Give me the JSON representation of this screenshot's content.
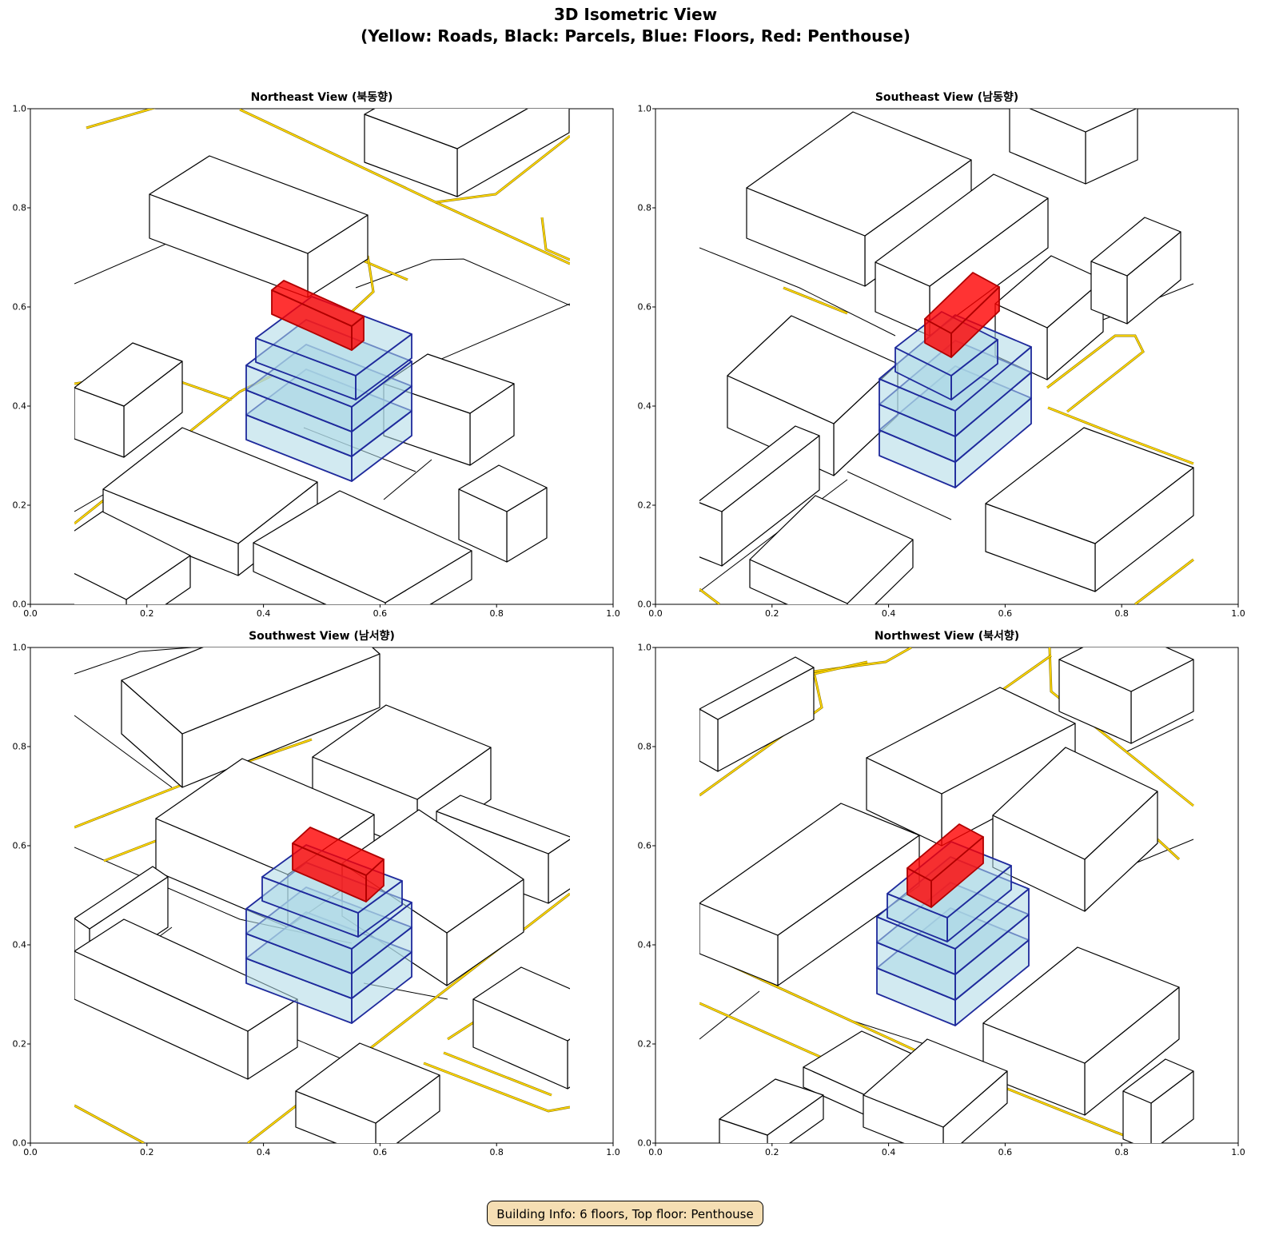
{
  "figure": {
    "title_line1": "3D Isometric View",
    "title_line2": "(Yellow: Roads, Black: Parcels, Blue: Floors, Red: Penthouse)",
    "footer": "Building Info: 6 floors, Top floor: Penthouse"
  },
  "panels": [
    {
      "title": "Northeast View (북동향)"
    },
    {
      "title": "Southeast View (남동향)"
    },
    {
      "title": "Southwest View (남서향)"
    },
    {
      "title": "Northwest View (북서향)"
    }
  ],
  "ticks": [
    "0.0",
    "0.2",
    "0.4",
    "0.6",
    "0.8",
    "1.0"
  ],
  "colors": {
    "road": "#ffd700",
    "parcel": "#000000",
    "floor_fill": "#add8e6",
    "floor_edge": "#1f2a9c",
    "penthouse": "#ff0000",
    "footer_bg": "#f5deb3"
  }
}
